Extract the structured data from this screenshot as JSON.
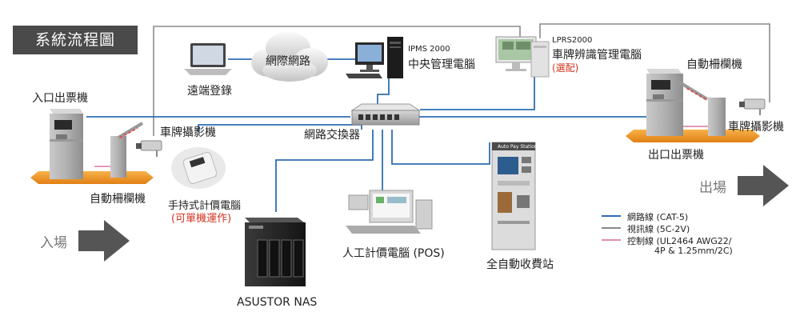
{
  "title": "系統流程圖",
  "colors": {
    "network": "#2f6db5",
    "video": "#8a8a8a",
    "control": "#e08cb0",
    "platform": "#f29a2e",
    "arrow": "#555555"
  },
  "labels": {
    "internet": "網際網路",
    "remote_login": "遠端登錄",
    "ipms_model": "IPMS 2000",
    "ipms_name": "中央管理電腦",
    "lprs_model": "LPRS2000",
    "lprs_name": "車牌辨識管理電腦",
    "lprs_note": "(選配)",
    "entry_ticket": "入口出票機",
    "entry_camera": "車牌攝影機",
    "entry_barrier": "自動柵欄機",
    "handheld_name": "手持式計價電腦",
    "handheld_note": "(可單機運作)",
    "switch": "網路交換器",
    "exit_barrier": "自動柵欄機",
    "exit_camera": "車牌攝影機",
    "exit_ticket": "出口出票機",
    "nas": "ASUSTOR NAS",
    "pos": "人工計價電腦 (POS)",
    "kiosk": "全自動收費站",
    "kiosk_screen": "Auto Pay Station",
    "entry_arrow": "入場",
    "exit_arrow": "出場"
  },
  "legend": [
    {
      "label": "網路線 (CAT-5)",
      "line": "network"
    },
    {
      "label": "視訊線 (5C-2V)",
      "line": "video"
    },
    {
      "label": "控制線 (UL2464 AWG22/",
      "line": "control"
    },
    {
      "label": "4P & 1.25mm/2C)",
      "line": ""
    }
  ]
}
